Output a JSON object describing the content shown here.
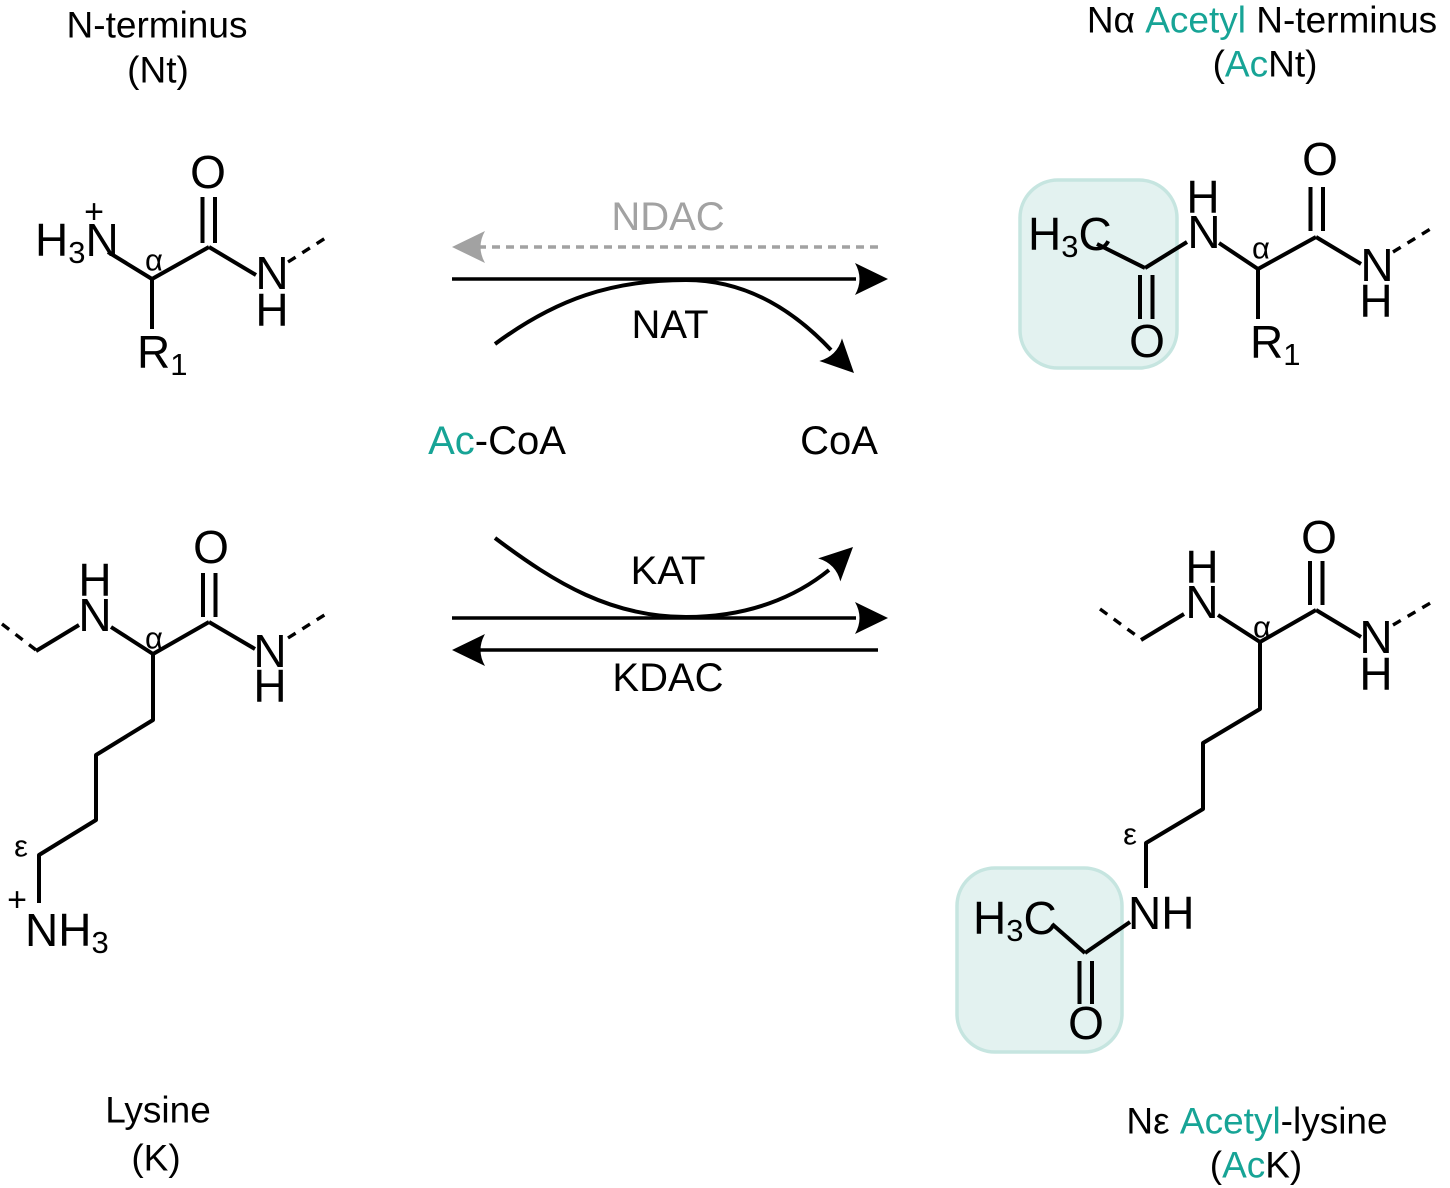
{
  "colors": {
    "teal": "#17a496",
    "gray": "#a2a2a2",
    "hl-fill": "#e3f2f0",
    "hl-stroke": "#c6e5e0"
  },
  "top_left": {
    "title1": "N-terminus",
    "title2": "(Nt)",
    "plus": "+",
    "amine_H": "H",
    "amine_sub": "3",
    "amine_N": "N",
    "alpha": "α",
    "carbonyl_O": "O",
    "amide_N": "N",
    "amide_H": "H",
    "r_base": "R",
    "r_sub": "1"
  },
  "top_right": {
    "title1_pre": "Nα ",
    "title1_teal": "Acetyl",
    "title1_post": " N-terminus",
    "title2_pre": "(",
    "title2_teal": "Ac",
    "title2_post": "Nt)",
    "acetyl_H": "H",
    "acetyl_sub": "3",
    "acetyl_C": "C",
    "acetyl_O": "O",
    "link_H": "H",
    "link_N": "N",
    "alpha": "α",
    "carbonyl_O": "O",
    "amide_N": "N",
    "amide_H": "H",
    "r_base": "R",
    "r_sub": "1"
  },
  "bottom_left": {
    "title1": "Lysine",
    "title2": "(K)",
    "backbone_H": "H",
    "backbone_N": "N",
    "alpha": "α",
    "carbonyl_O": "O",
    "amide_N": "N",
    "amide_H": "H",
    "epsilon": "ε",
    "plus": "+",
    "ammonium_N": "N",
    "ammonium_H": "H",
    "ammonium_sub": "3"
  },
  "bottom_right": {
    "title1_pre": "Nε ",
    "title1_teal": "Acetyl",
    "title1_post": "-lysine",
    "title2_pre": "(",
    "title2_teal": "Ac",
    "title2_post": "K)",
    "backbone_H": "H",
    "backbone_N": "N",
    "alpha": "α",
    "carbonyl_O": "O",
    "amide_N": "N",
    "amide_H": "H",
    "epsilon": "ε",
    "link_NH": "NH",
    "acetyl_H": "H",
    "acetyl_sub": "3",
    "acetyl_C": "C",
    "acetyl_O": "O"
  },
  "reactions": {
    "top_forward": "NAT",
    "top_reverse": "NDAC",
    "bottom_forward": "KAT",
    "bottom_reverse": "KDAC",
    "cofactor_in_teal": "Ac",
    "cofactor_in_rest": "-CoA",
    "cofactor_out": "CoA"
  }
}
